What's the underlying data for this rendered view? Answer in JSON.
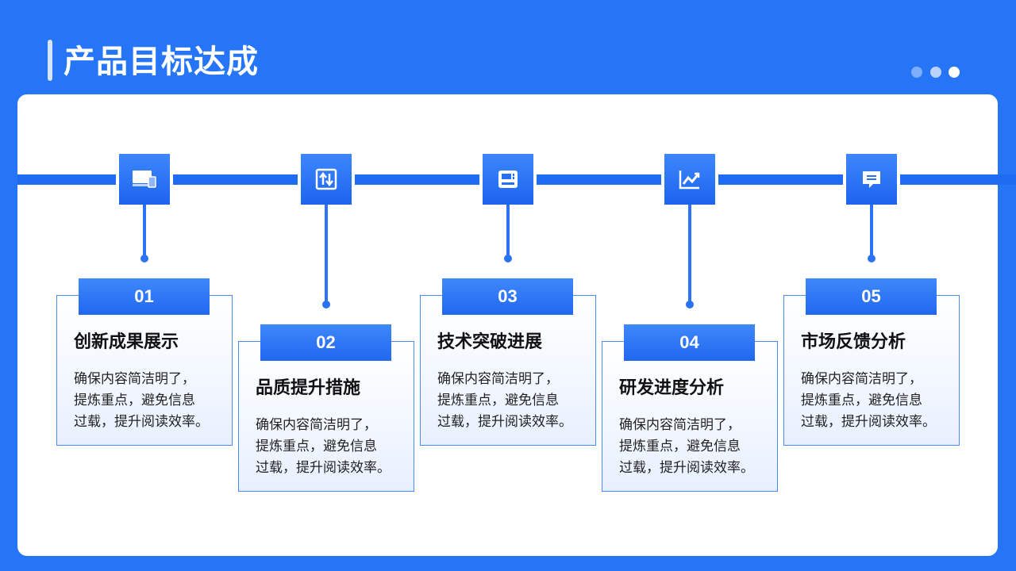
{
  "page_title": "产品目标达成",
  "dots": [
    "#7eaefb",
    "#b9d3fd",
    "#ffffff"
  ],
  "items": [
    {
      "number": "01",
      "title": "创新成果展示",
      "body": [
        "确保内容简洁明了，",
        "提炼重点，避免信息",
        "过载，提升阅读效率。"
      ],
      "icon": "monitor-icon"
    },
    {
      "number": "02",
      "title": "品质提升措施",
      "body": [
        "确保内容简洁明了，",
        "提炼重点，避免信息",
        "过载，提升阅读效率。"
      ],
      "icon": "swap-arrows-icon"
    },
    {
      "number": "03",
      "title": "技术突破进展",
      "body": [
        "确保内容简洁明了，",
        "提炼重点，避免信息",
        "过载，提升阅读效率。"
      ],
      "icon": "device-panel-icon"
    },
    {
      "number": "04",
      "title": "研发进度分析",
      "body": [
        "确保内容简洁明了，",
        "提炼重点，避免信息",
        "过载，提升阅读效率。"
      ],
      "icon": "trend-chart-icon"
    },
    {
      "number": "05",
      "title": "市场反馈分析",
      "body": [
        "确保内容简洁明了，",
        "提炼重点，避免信息",
        "过载，提升阅读效率。"
      ],
      "icon": "message-icon"
    }
  ]
}
